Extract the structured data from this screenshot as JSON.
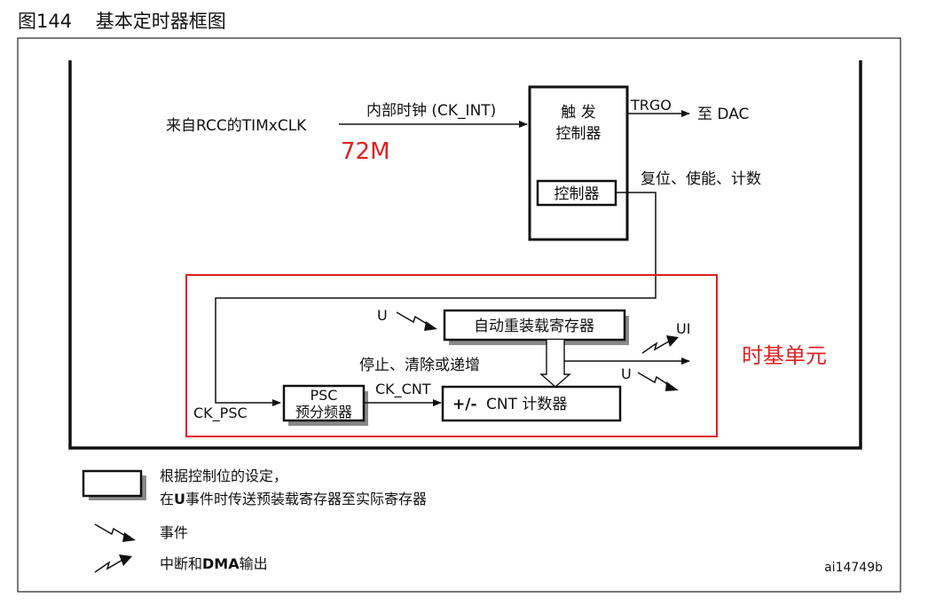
{
  "figure": {
    "number": "图144",
    "title": "基本定时器框图",
    "id_label": "ai14749b"
  },
  "input": {
    "source": "来自RCC的TIMxCLK",
    "clock_signal": "内部时钟 (CK_INT)",
    "frequency_note": "72M"
  },
  "trigger_controller": {
    "title_line1": "触 发",
    "title_line2": "控制器",
    "inner_block": "控制器",
    "output_signal": "TRGO",
    "output_dest": "至 DAC",
    "control_signals": "复位、使能、计数"
  },
  "time_base": {
    "label": "时基单元",
    "arr_block": "自动重装载寄存器",
    "psc_line1": "PSC",
    "psc_line2": "预分频器",
    "ck_psc": "CK_PSC",
    "ck_cnt": "CK_CNT",
    "cnt_prefix": "+/-",
    "cnt_label": "CNT 计数器",
    "stop_clear": "停止、清除或递增",
    "u_event_in": "U",
    "ui_out": "UI",
    "u_out": "U"
  },
  "legend": {
    "shadow_line1": "根据控制位的设定，",
    "shadow_line2_pre": "在",
    "shadow_line2_bold": "U",
    "shadow_line2_post": "事件时传送预装载寄存器至实际寄存器",
    "event": "事件",
    "irq_pre": "中断和",
    "irq_bold": "DMA",
    "irq_post": "输出"
  },
  "colors": {
    "highlight_red": "#e02020",
    "block_fill": "#ffffff",
    "shadow_fill": "#8a8a8a"
  }
}
